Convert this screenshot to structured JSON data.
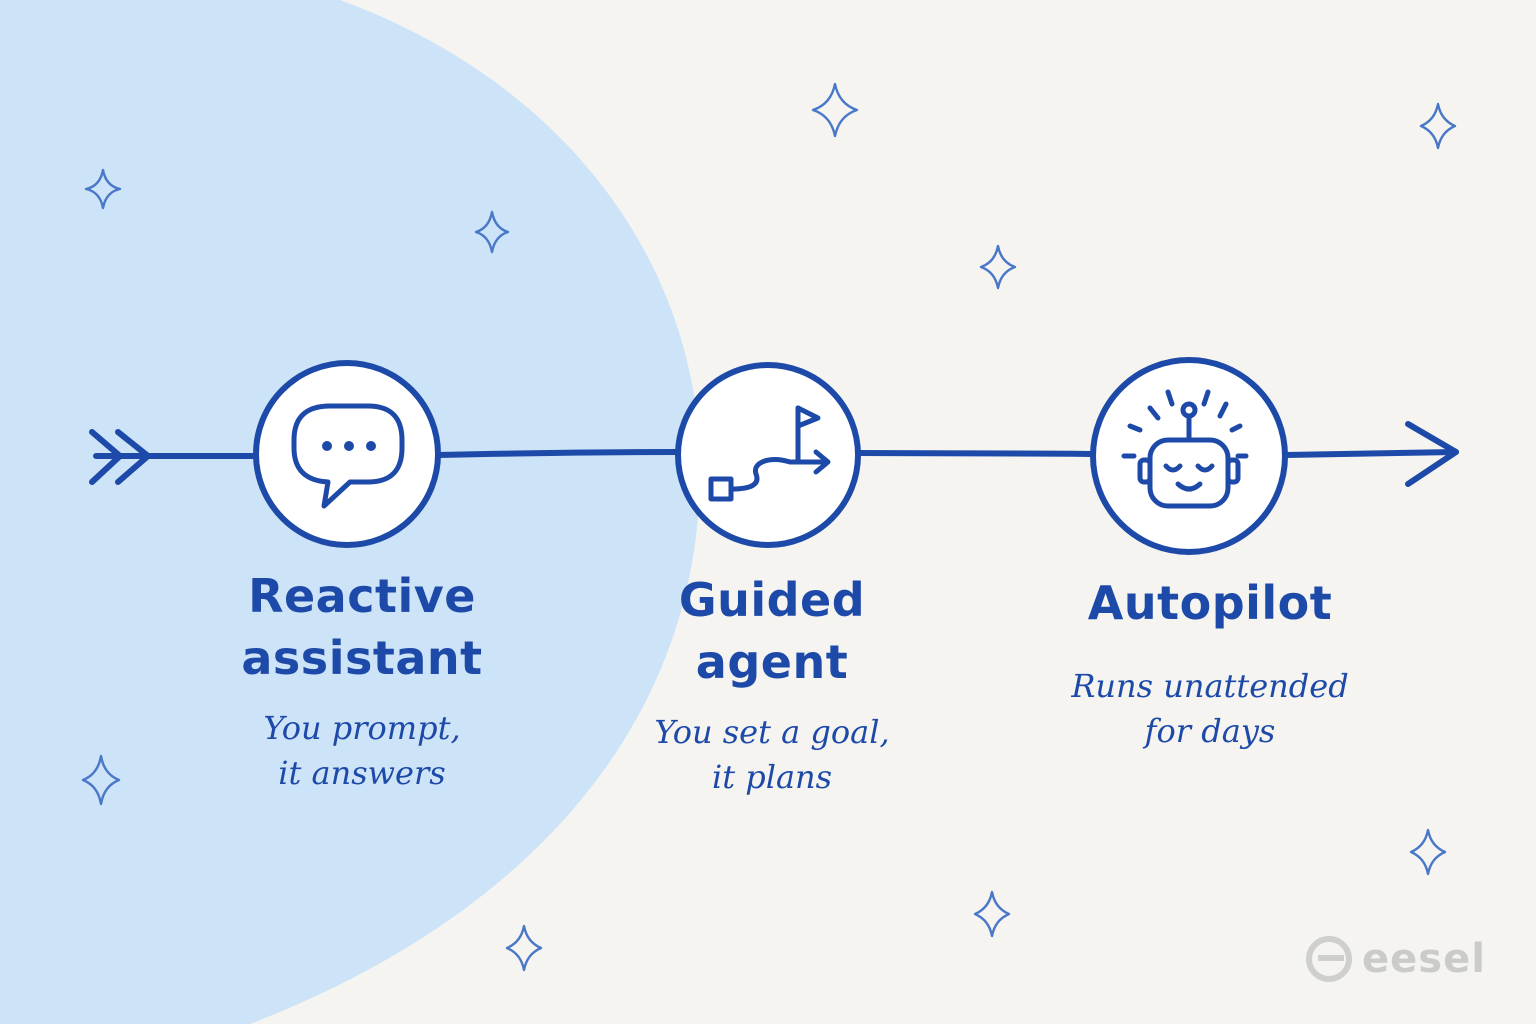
{
  "colors": {
    "background": "#f5f4f1",
    "blob": "#cde3f7",
    "ink": "#1d4aa8",
    "sparkle": "#4a78c9",
    "logo": "#cbcbc8"
  },
  "stages": [
    {
      "icon": "chat-bubble-icon",
      "title_lines": [
        "Reactive",
        "assistant"
      ],
      "desc_lines": [
        "You prompt,",
        "it answers"
      ]
    },
    {
      "icon": "flag-path-icon",
      "title_lines": [
        "Guided",
        "agent"
      ],
      "desc_lines": [
        "You set a goal,",
        "it plans"
      ]
    },
    {
      "icon": "robot-icon",
      "title_lines": [
        "Autopilot"
      ],
      "desc_lines": [
        "Runs unattended",
        "for days"
      ]
    }
  ],
  "logo": {
    "text": "eesel",
    "icon": "eesel-logo-icon"
  }
}
